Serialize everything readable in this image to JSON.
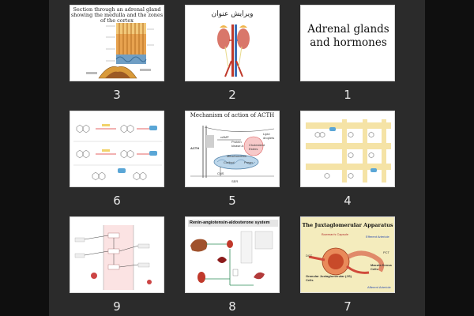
{
  "slides": [
    {
      "num": "3",
      "title": "Section through an adrenal gland showing the medulla and the zones of the cortex"
    },
    {
      "num": "2",
      "title": "ویرایش عنوان"
    },
    {
      "num": "1",
      "title": "Adrenal glands and hormones"
    },
    {
      "num": "6"
    },
    {
      "num": "5",
      "title": "Mechanism of action of ACTH",
      "labels": [
        "ACTH",
        "cAMP",
        "Protein kinase A",
        "Cholesterol Esters",
        "Lipid droplets",
        "Mitochondrion",
        "Cortisol",
        "Pregn.",
        "CNS",
        "SER"
      ]
    },
    {
      "num": "4"
    },
    {
      "num": "9"
    },
    {
      "num": "8",
      "title": "Renin-angiotensin-aldosterone system"
    },
    {
      "num": "7",
      "title": "The Juxtaglomerular Apparatus",
      "labels": [
        "Bowman's Capsule",
        "Efferent Arteriole",
        "DCT",
        "PCT",
        "Macula Densa Cells",
        "Granular Juxtaglomerular (JG) Cells",
        "Afferent Arteriole"
      ]
    }
  ]
}
